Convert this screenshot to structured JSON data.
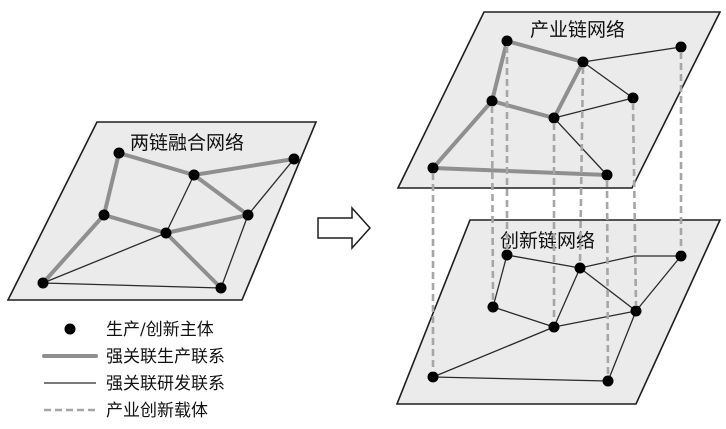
{
  "diagram": {
    "left_network_title": "两链融合网络",
    "upper_network_title": "产业链网络",
    "lower_network_title": "创新链网络"
  },
  "legend": {
    "node_label": "生产/创新主体",
    "strong_production_label": "强关联生产联系",
    "strong_rd_label": "强关联研发联系",
    "carrier_label": "产业创新载体"
  },
  "colors": {
    "plane_fill": "#ebebeb",
    "strong_link": "#8f8f8f",
    "rd_link": "#2a2a2a",
    "carrier_link": "#a6a6a6",
    "node": "#000000"
  }
}
